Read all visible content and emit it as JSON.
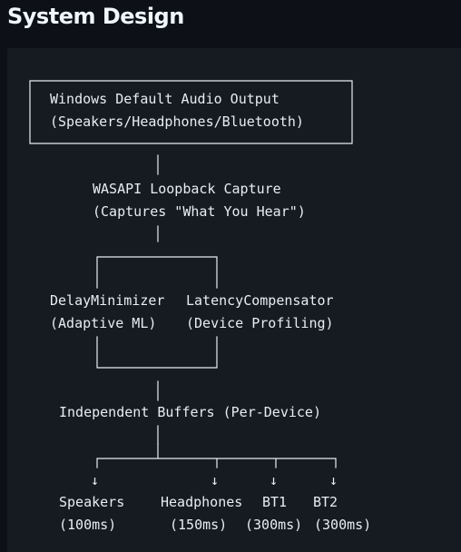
{
  "page": {
    "title": "System Design"
  },
  "diagram": {
    "output_line1": "Windows Default Audio Output",
    "output_line2": "(Speakers/Headphones/Bluetooth)",
    "capture_line1": "WASAPI Loopback Capture",
    "capture_line2": "(Captures \"What You Hear\")",
    "left_branch_line1": "DelayMinimizer",
    "left_branch_line2": "(Adaptive ML)",
    "right_branch_line1": "LatencyCompensator",
    "right_branch_line2": "(Device Profiling)",
    "buffers_line": "Independent Buffers (Per-Device)",
    "devices": [
      {
        "name": "Speakers",
        "latency": "(100ms)"
      },
      {
        "name": "Headphones",
        "latency": "(150ms)"
      },
      {
        "name": "BT1",
        "latency": "(300ms)"
      },
      {
        "name": "BT2",
        "latency": "(300ms)"
      }
    ]
  }
}
